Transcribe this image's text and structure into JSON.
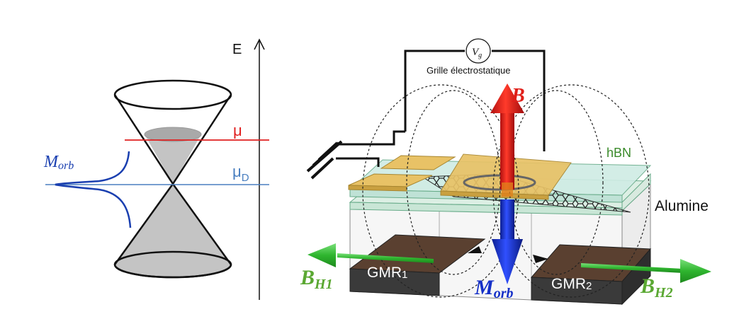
{
  "left_panel": {
    "energy_axis_label": "E",
    "mu_label": "μ",
    "mu_d_label": "μ",
    "mu_d_subscript": "D",
    "morb_main": "M",
    "morb_sub": "orb",
    "colors": {
      "mu_line": "#e02020",
      "mu_d_line": "#4a7fc0",
      "morb_curve": "#1a3fb0",
      "cone_fill": "#c4c4c4"
    }
  },
  "right_panel": {
    "gate_voltage_main": "V",
    "gate_voltage_sub": "g",
    "gate_label": "Grille électrostatique",
    "b_field_label": "B",
    "hbn_label": "hBN",
    "alumine_label": "Alumine",
    "gmr1_main": "GMR",
    "gmr1_sub": "1",
    "gmr2_main": "GMR",
    "gmr2_sub": "2",
    "bh1_main": "B",
    "bh1_sub": "H1",
    "bh2_main": "B",
    "bh2_sub": "H2",
    "morb_main": "M",
    "morb_sub": "orb",
    "colors": {
      "b_arrow": "#e0201a",
      "morb_arrow": "#1530c8",
      "bh_arrow": "#2fb52f",
      "bh_label": "#5aa832",
      "hbn_text": "#3a8a2a",
      "gold": "#e8c266",
      "gmr": "#5a4030"
    }
  }
}
